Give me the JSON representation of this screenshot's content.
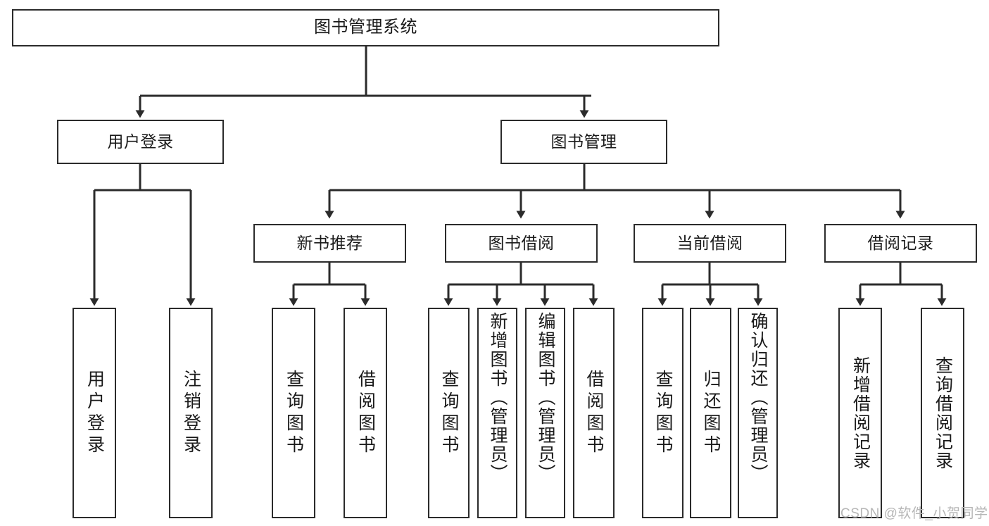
{
  "diagram": {
    "title": "图书管理系统",
    "type": "tree-hierarchy",
    "stroke_color": "#2b2b2b",
    "background_color": "#ffffff",
    "text_color": "#1a1a1a",
    "root": {
      "label": "图书管理系统"
    },
    "level2": [
      {
        "label": "用户登录"
      },
      {
        "label": "图书管理"
      }
    ],
    "level3": [
      {
        "label": "新书推荐"
      },
      {
        "label": "图书借阅"
      },
      {
        "label": "当前借阅"
      },
      {
        "label": "借阅记录"
      }
    ],
    "leaves": {
      "user_login": [
        {
          "label": "用户登录"
        },
        {
          "label": "注销登录"
        }
      ],
      "new_book_recommend": [
        {
          "label": "查询图书"
        },
        {
          "label": "借阅图书"
        }
      ],
      "book_borrow": [
        {
          "label": "查询图书"
        },
        {
          "label": "新增图书（管理员）"
        },
        {
          "label": "编辑图书（管理员）"
        },
        {
          "label": "借阅图书"
        }
      ],
      "current_borrow": [
        {
          "label": "查询图书"
        },
        {
          "label": "归还图书"
        },
        {
          "label": "确认归还（管理员）"
        }
      ],
      "borrow_record": [
        {
          "label": "新增借阅记录"
        },
        {
          "label": "查询借阅记录"
        }
      ]
    }
  },
  "watermark": {
    "text": "CSDN @软件_小贺同学",
    "color": "#b6b6b6"
  }
}
